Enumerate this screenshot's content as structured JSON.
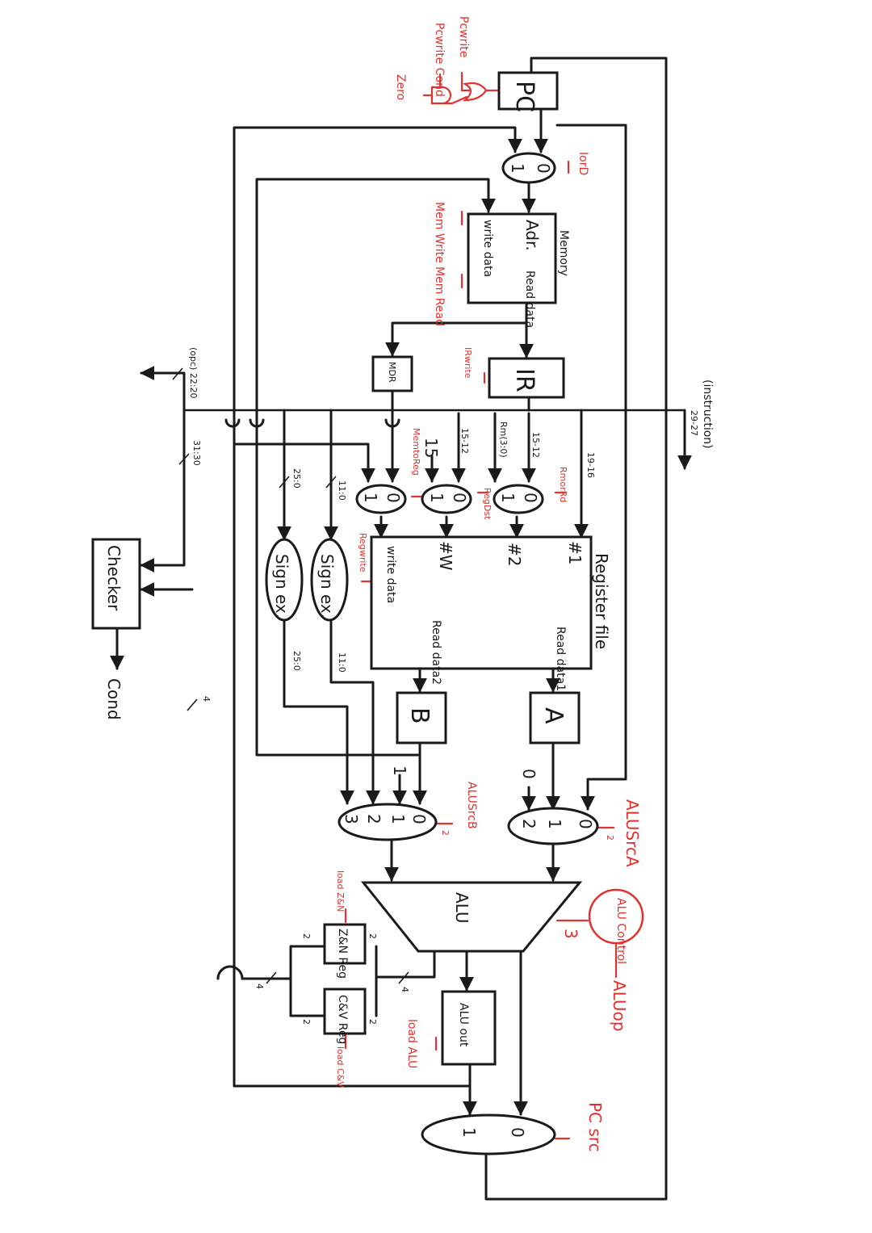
{
  "blocks": {
    "pc": "PC",
    "memory": "Memory",
    "mem_adr": "Adr.",
    "mem_write_data": "write data",
    "mem_read_data": "Read data",
    "ir": "IR",
    "mdr": "MDR",
    "register_file": "Register file",
    "reg_port1": "#1",
    "reg_port2": "#2",
    "reg_portw": "#W",
    "reg_write_data": "write data",
    "reg_read_data1": "Read data1",
    "reg_read_data2": "Read data2",
    "a": "A",
    "b": "B",
    "alu": "ALU",
    "alu_out": "ALU out",
    "zn_reg": "Z&N Reg",
    "cv_reg": "C&V Reg",
    "checker": "Checker",
    "sign_ext1": "Sign ex.",
    "sign_ext2": "Sign ex.",
    "alu_control": "ALU Control"
  },
  "mux_inputs": {
    "iord": [
      "0",
      "1"
    ],
    "rmorrd": [
      "0",
      "1"
    ],
    "regdst": [
      "0",
      "1"
    ],
    "memtoreg": [
      "0",
      "1"
    ],
    "alusrca": [
      "0",
      "1",
      "2"
    ],
    "alusrcb": [
      "0",
      "1",
      "2",
      "3"
    ],
    "pcsrc": [
      "0",
      "1"
    ]
  },
  "constants": {
    "regdst_in1": "15",
    "alusrca_in2": "0",
    "alusrcb_in1": "1"
  },
  "control_signals": {
    "pcwrite": "Pcwrite",
    "pcwrite_cond": "Pcwrite Cond",
    "zero": "Zero",
    "iord": "IorD",
    "memwrite": "Mem Write",
    "memread": "Mem Read",
    "irwrite": "IRwrite",
    "rmorrd": "RmorRd",
    "regdst": "RegDst",
    "memtoreg": "MemtoReg",
    "regwrite": "Regwrite",
    "alusrca": "ALUSrcA",
    "alusrcb": "ALUSrcB",
    "aluop": "ALUop",
    "load_zn": "load Z&N",
    "load_cv": "load C&V",
    "load_alu": "load ALU",
    "pcsrc": "PC src",
    "alu_ctl_width": "3",
    "alusrca_width": "2",
    "alusrcb_width": "2"
  },
  "bus_labels": {
    "instruction": "(instruction)",
    "op_bits": "29-27",
    "opc_bits": "(opc) 22:20",
    "cond_bits": "31:30",
    "rn_bits": "19-16",
    "rm_bits": "15-12",
    "rm30": "Rm(3:0)",
    "rd_bits": "15-12",
    "imm25": "25:0",
    "imm11": "11:0",
    "imm11_out": "11:0",
    "imm25_out": "25:0",
    "flags_width": "4",
    "flags_width2": "4",
    "flags_width3": "4",
    "zn_in": "2",
    "zn_out": "2",
    "cv_in": "2",
    "cv_out": "2"
  },
  "outputs": {
    "cond": "Cond"
  }
}
